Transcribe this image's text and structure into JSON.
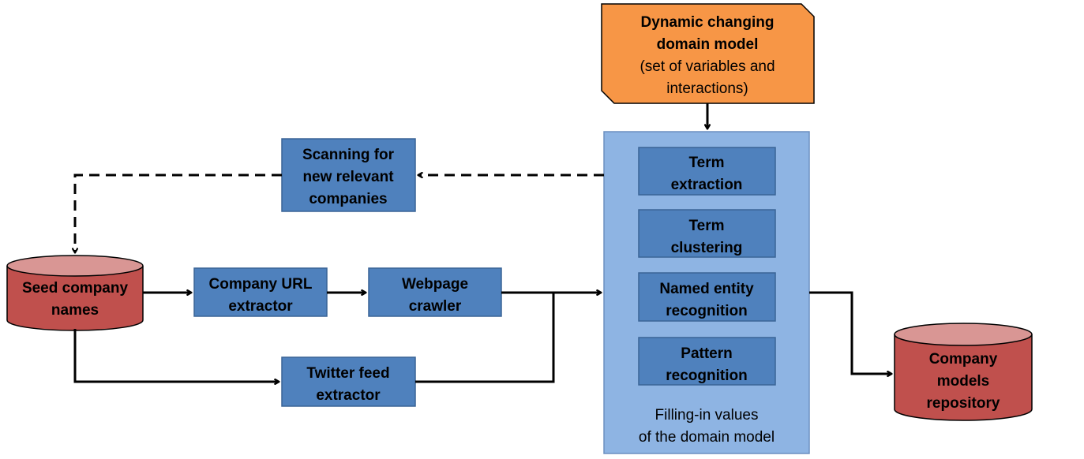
{
  "domain_model": {
    "title": [
      "Dynamic changing",
      "domain model"
    ],
    "subtitle": [
      "(set of variables and",
      "interactions)"
    ]
  },
  "scanning": [
    "Scanning for",
    "new relevant",
    "companies"
  ],
  "seed_db": [
    "Seed company",
    "names"
  ],
  "url_extractor": [
    "Company URL",
    "extractor"
  ],
  "crawler": [
    "Webpage",
    "crawler"
  ],
  "twitter": [
    "Twitter feed",
    "extractor"
  ],
  "processing": {
    "term_extraction": [
      "Term",
      "extraction"
    ],
    "term_clustering": [
      "Term",
      "clustering"
    ],
    "ner": [
      "Named entity",
      "recognition"
    ],
    "pattern": [
      "Pattern",
      "recognition"
    ],
    "caption": [
      "Filling-in values",
      "of the domain model"
    ]
  },
  "repository_db": [
    "Company",
    "models",
    "repository"
  ],
  "colors": {
    "box_fill": "#4f81bd",
    "box_stroke": "#3a6496",
    "panel_fill": "#8eb4e3",
    "orange_fill": "#f79646",
    "cylinder_body": "#c0504d",
    "cylinder_top": "#d99694"
  }
}
